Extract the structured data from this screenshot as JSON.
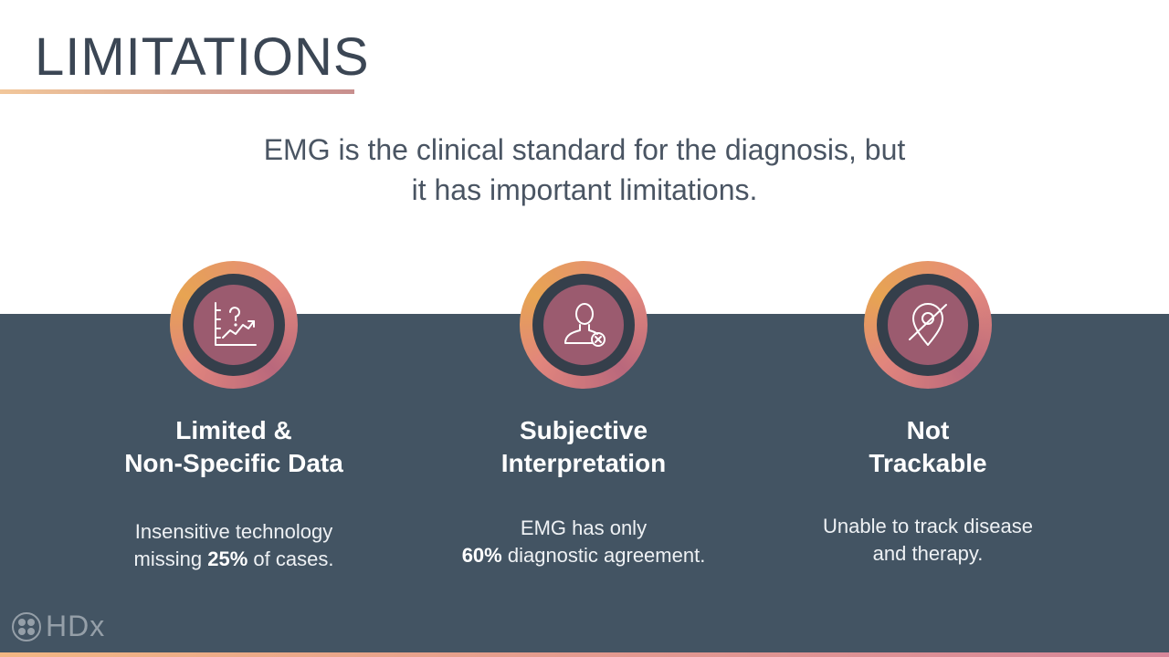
{
  "slide": {
    "title": "LIMITATIONS",
    "subtitle_line1": "EMG is the clinical standard for the diagnosis, but",
    "subtitle_line2": "it has important limitations."
  },
  "cards": [
    {
      "icon": "chart-question-icon",
      "heading_line1": "Limited &",
      "heading_line2": "Non-Specific Data",
      "desc_line1": "Insensitive technology",
      "desc_line2_pre": "missing ",
      "desc_line2_bold": "25%",
      "desc_line2_post": " of cases."
    },
    {
      "icon": "user-x-icon",
      "heading_line1": "Subjective",
      "heading_line2": "Interpretation",
      "desc_line1": "EMG has only",
      "desc_line2_bold": "60%",
      "desc_line2_post": " diagnostic agreement."
    },
    {
      "icon": "location-off-icon",
      "heading_line1": "Not",
      "heading_line2": "Trackable",
      "desc_line1": "Unable to track disease",
      "desc_line2": "and therapy."
    }
  ],
  "logo": {
    "text": "HDx"
  },
  "colors": {
    "band": "#435463",
    "badge_core": "#9b5b6f",
    "accent_orange": "#e7a452",
    "title_text": "#3b4654"
  }
}
